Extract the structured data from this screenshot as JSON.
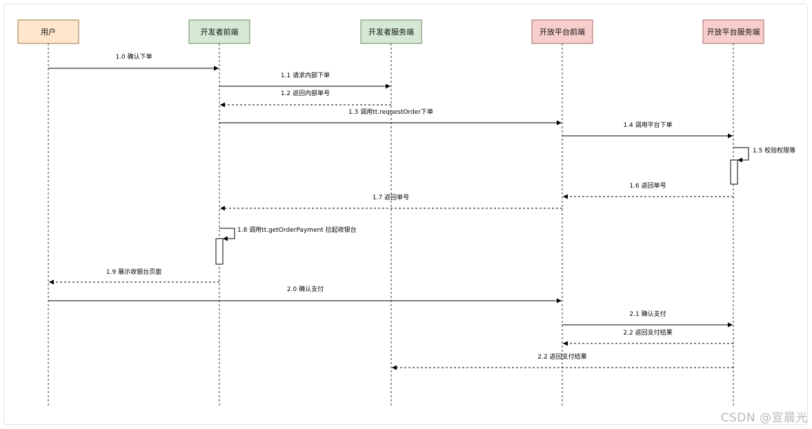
{
  "participants": [
    {
      "id": "user",
      "label": "用户",
      "fill": "#ffe6cc",
      "stroke": "#9e7a4a"
    },
    {
      "id": "dev_fe",
      "label": "开发者前端",
      "fill": "#d5e8d4",
      "stroke": "#6f8a63"
    },
    {
      "id": "dev_be",
      "label": "开发者服务端",
      "fill": "#d5e8d4",
      "stroke": "#6f8a63"
    },
    {
      "id": "plat_fe",
      "label": "开放平台前端",
      "fill": "#f8cecc",
      "stroke": "#a26b67"
    },
    {
      "id": "plat_be",
      "label": "开放平台服务端",
      "fill": "#f8cecc",
      "stroke": "#a26b67"
    }
  ],
  "messages": [
    {
      "from": "user",
      "to": "dev_fe",
      "label": "1.0 确认下单",
      "style": "solid"
    },
    {
      "from": "dev_fe",
      "to": "dev_be",
      "label": "1.1 请求内部下单",
      "style": "solid"
    },
    {
      "from": "dev_be",
      "to": "dev_fe",
      "label": "1.2 返回内部单号",
      "style": "dashed"
    },
    {
      "from": "dev_fe",
      "to": "plat_fe",
      "label": "1.3 调用tt.requestOrder下单",
      "style": "solid"
    },
    {
      "from": "plat_fe",
      "to": "plat_be",
      "label": "1.4 调用平台下单",
      "style": "solid"
    },
    {
      "from": "plat_be",
      "to": "plat_be",
      "label": "1.5 校验权限等",
      "style": "self"
    },
    {
      "from": "plat_be",
      "to": "plat_fe",
      "label": "1.6 返回单号",
      "style": "dashed"
    },
    {
      "from": "plat_fe",
      "to": "dev_fe",
      "label": "1.7 返回单号",
      "style": "dashed"
    },
    {
      "from": "dev_fe",
      "to": "dev_fe",
      "label": "1.8 调用tt.getOrderPayment 拉起收银台",
      "style": "self"
    },
    {
      "from": "dev_fe",
      "to": "user",
      "label": "1.9 展示收银台页面",
      "style": "dashed"
    },
    {
      "from": "user",
      "to": "plat_fe",
      "label": "2.0 确认支付",
      "style": "solid"
    },
    {
      "from": "plat_fe",
      "to": "plat_be",
      "label": "2.1 确认支付",
      "style": "solid"
    },
    {
      "from": "plat_be",
      "to": "plat_fe",
      "label": "2.2 返回支付结果",
      "style": "dashed"
    },
    {
      "from": "plat_be",
      "to": "dev_be",
      "label": "2.2 返回支付结果",
      "style": "dashed"
    }
  ],
  "watermark": "CSDN @宣晨光"
}
